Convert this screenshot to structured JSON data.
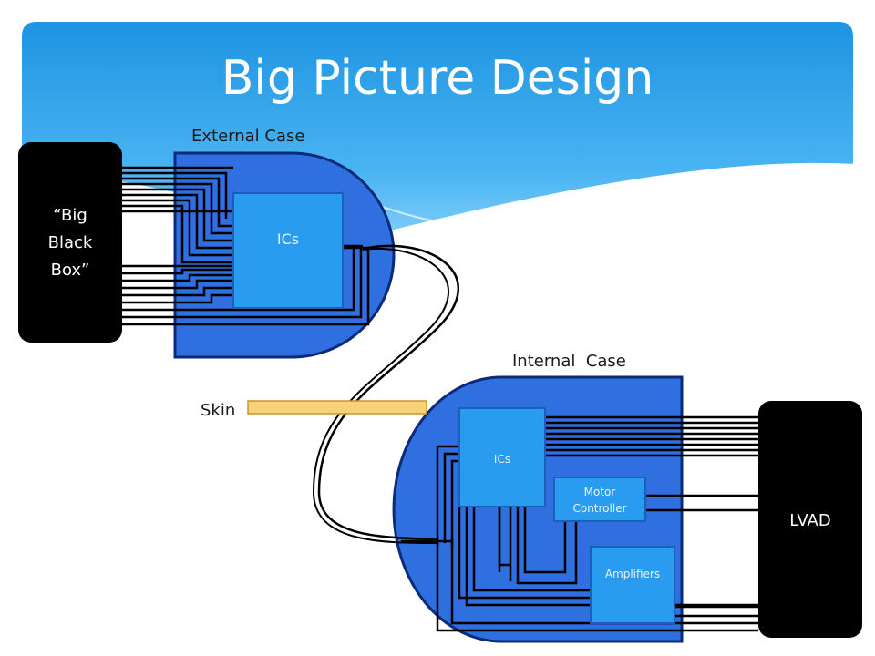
{
  "slide": {
    "title": "Big Picture Design"
  },
  "external_case": {
    "label": "External Case",
    "chip_label": "ICs"
  },
  "black_box": {
    "line1": "“Big",
    "line2": "Black",
    "line3": "Box”"
  },
  "skin": {
    "label": "Skin"
  },
  "internal_case": {
    "label": "Internal  Case",
    "ic_label": "ICs",
    "motor_line1": "Motor",
    "motor_line2": "Controller",
    "amplifiers_label": "Amplifiers"
  },
  "lvad": {
    "label": "LVAD"
  },
  "colors": {
    "header_blue": "#2aa2e8",
    "case_blue": "#2f6fe0",
    "case_border": "#0a2a7a",
    "chip_blue": "#2a9cf0",
    "skin_fill": "#f6d27a",
    "black": "#000000"
  }
}
